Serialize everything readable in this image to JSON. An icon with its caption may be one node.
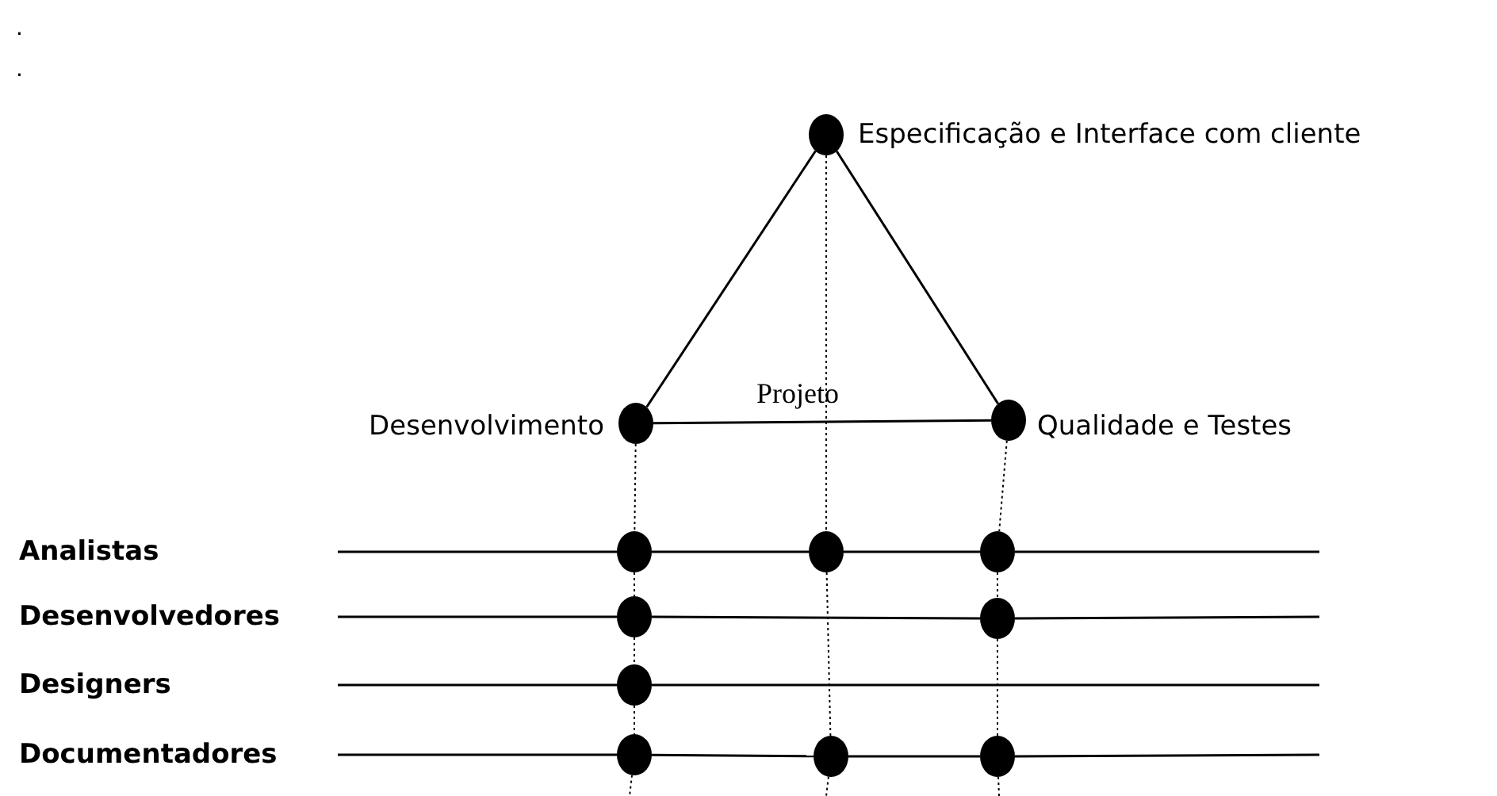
{
  "diagram": {
    "nodes": [
      {
        "text": [],
        "shape": "circle",
        "beside": [
          "Especificação e Interface com cliente"
        ]
      },
      {
        "text": [],
        "shape": "circle",
        "beside": [
          "Desenvolvimento"
        ]
      },
      {
        "text": [],
        "shape": "circle",
        "beside": [
          "Qualidade e Testes"
        ]
      },
      {
        "text": [],
        "shape": "circle"
      },
      {
        "text": [],
        "shape": "circle"
      },
      {
        "text": [],
        "shape": "circle"
      },
      {
        "text": [],
        "shape": "circle"
      },
      {
        "text": [],
        "shape": "circle"
      },
      {
        "text": [],
        "shape": "circle"
      },
      {
        "text": [],
        "shape": "circle"
      },
      {
        "text": [],
        "shape": "circle"
      },
      {
        "text": [],
        "shape": "circle"
      }
    ],
    "edges": [
      {
        "from": 0,
        "to": 1,
        "arrow": "none"
      },
      {
        "from": 0,
        "to": 2,
        "arrow": "none"
      },
      {
        "from": 1,
        "to": 2,
        "arrow": "none"
      },
      {
        "from": null,
        "to": 3,
        "arrow": "none"
      },
      {
        "from": 3,
        "to": 4,
        "arrow": "none"
      },
      {
        "from": 4,
        "to": 5,
        "arrow": "none"
      },
      {
        "from": 5,
        "to": null,
        "arrow": "none"
      },
      {
        "from": null,
        "to": 6,
        "arrow": "none"
      },
      {
        "from": 6,
        "to": 7,
        "arrow": "none"
      },
      {
        "from": 7,
        "to": null,
        "arrow": "none"
      },
      {
        "from": null,
        "to": 8,
        "arrow": "none"
      },
      {
        "from": 8,
        "to": null,
        "arrow": "none"
      },
      {
        "from": null,
        "to": 9,
        "arrow": "none"
      },
      {
        "from": 9,
        "to": 10,
        "arrow": "none"
      },
      {
        "from": 10,
        "to": 11,
        "arrow": "none"
      },
      {
        "from": 11,
        "to": null,
        "arrow": "none"
      },
      {
        "from": 1,
        "to": 3,
        "arrow": "none",
        "style": "dashed"
      },
      {
        "from": 3,
        "to": 6,
        "arrow": "none",
        "style": "dashed"
      },
      {
        "from": 6,
        "to": 8,
        "arrow": "none",
        "style": "dashed"
      },
      {
        "from": 8,
        "to": 9,
        "arrow": "none",
        "style": "dashed"
      },
      {
        "from": 9,
        "to": null,
        "arrow": "none",
        "style": "dashed"
      },
      {
        "from": 0,
        "to": 4,
        "arrow": "none",
        "style": "dashed"
      },
      {
        "from": 4,
        "to": 10,
        "arrow": "none",
        "style": "dashed"
      },
      {
        "from": 10,
        "to": null,
        "arrow": "none",
        "style": "dashed"
      },
      {
        "from": 2,
        "to": 5,
        "arrow": "none",
        "style": "dashed"
      },
      {
        "from": 5,
        "to": 7,
        "arrow": "none",
        "style": "dashed"
      },
      {
        "from": 7,
        "to": 11,
        "arrow": "none",
        "style": "dashed"
      },
      {
        "from": 11,
        "to": null,
        "arrow": "none",
        "style": "dashed"
      }
    ],
    "labels": [
      ".",
      ".",
      "Projeto",
      "Analistas",
      "Desenvolvedores",
      "Designers",
      "Documentadores"
    ]
  }
}
